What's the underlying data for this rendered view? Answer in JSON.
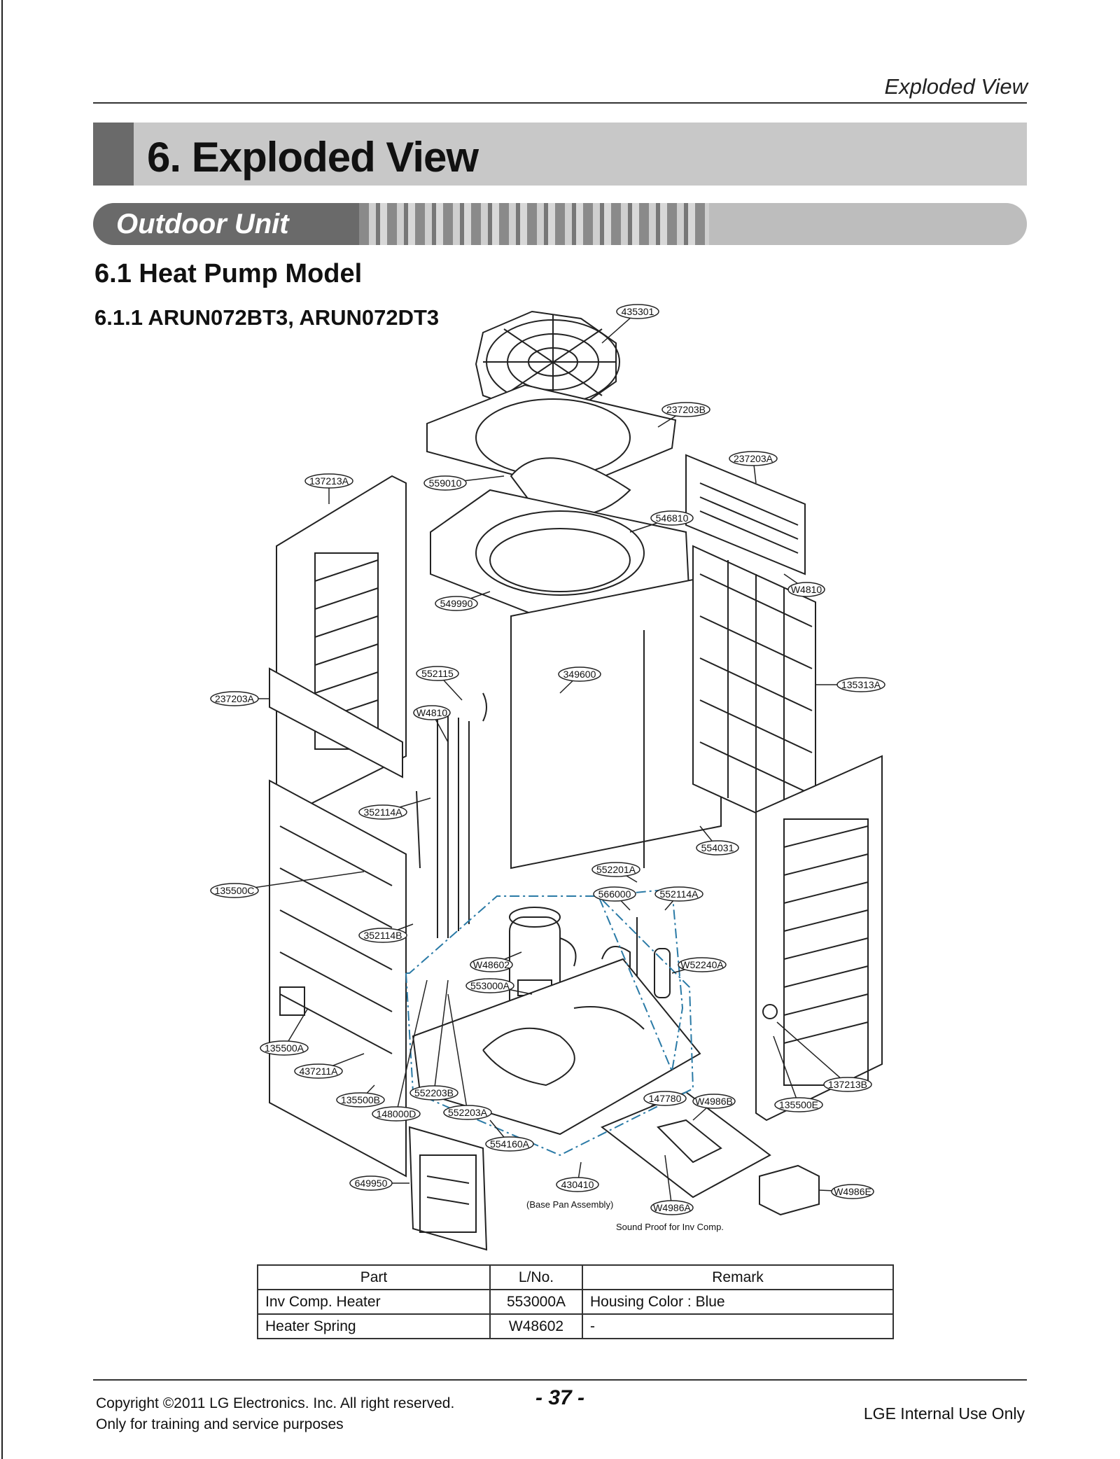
{
  "header": {
    "running_title": "Exploded View"
  },
  "title": {
    "number_and_text": "6. Exploded View"
  },
  "section": {
    "label": "Outdoor Unit"
  },
  "headings": {
    "h2": "6.1 Heat Pump Model",
    "h3": "6.1.1 ARUN072BT3, ARUN072DT3"
  },
  "diagram": {
    "callouts": [
      "435301",
      "237203B",
      "237203A",
      "137213A",
      "559010",
      "546810",
      "549990",
      "W4810",
      "552115",
      "349600",
      "135313A",
      "237203A",
      "W4810",
      "352114A",
      "554031",
      "135500C",
      "552201A",
      "566000",
      "552114A",
      "352114B",
      "W48602",
      "W52240A",
      "553000A",
      "135500A",
      "437211A",
      "137213B",
      "552203B",
      "135500B",
      "148000D",
      "552203A",
      "147780",
      "W4986B",
      "135500E",
      "554160A",
      "649950",
      "430410",
      "W4986A",
      "W4986E"
    ],
    "notes": {
      "base_pan": "(Base Pan Assembly)",
      "sound_proof": "Sound Proof for Inv Comp."
    }
  },
  "table": {
    "headers": [
      "Part",
      "L/No.",
      "Remark"
    ],
    "rows": [
      [
        "Inv Comp. Heater",
        "553000A",
        "Housing Color  : Blue"
      ],
      [
        "Heater Spring",
        "W48602",
        "-"
      ]
    ]
  },
  "footer": {
    "copyright": "Copyright ©2011 LG Electronics. Inc. All right reserved.",
    "purpose": "Only for training and service purposes",
    "page": "- 37 -",
    "usage": "LGE Internal Use Only"
  }
}
